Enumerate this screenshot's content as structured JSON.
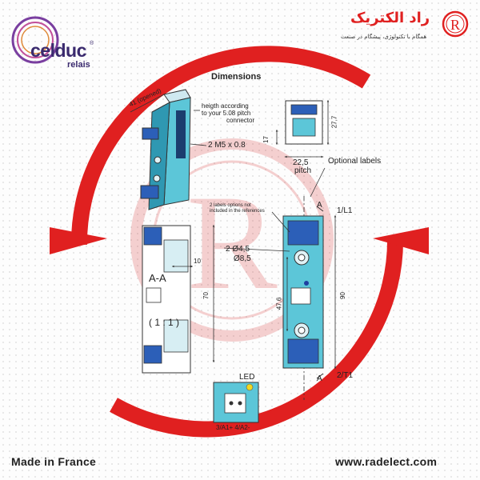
{
  "brand": {
    "name": "celduc",
    "registered": "®",
    "sub": "relais"
  },
  "dealer": {
    "name": "راد الکتریک",
    "tagline": "همگام با تکنولوژی، پیشگام در صنعت",
    "seal_letter": "R"
  },
  "diagram": {
    "title": "Dimensions",
    "labels": {
      "opened": "41 (opened)",
      "height_note_1": "heigth according",
      "height_note_2": "to your 5.08 pitch",
      "height_note_3": "connector",
      "screw": "2 M5 x 0.8",
      "dim_17": "17",
      "dim_27_7": "27,7",
      "pitch_value": "22,5",
      "pitch_word": "pitch",
      "optional_labels": "Optional labels",
      "labels_note_1": "2 labels  options not",
      "labels_note_2": "included  in the references",
      "section_a_top": "A",
      "section_a_bottom": "A",
      "l1": "1/L1",
      "t1": "2/T1",
      "hole_1": "2 Ø4,5",
      "hole_2": "Ø8,5",
      "dim_10": "10",
      "section_name": "A-A",
      "scale": "( 1 : 1 )",
      "dim_70": "70",
      "dim_47_6": "47,6",
      "dim_90": "90",
      "led": "LED",
      "terminals": "3/A1+ 4/A2-"
    }
  },
  "footer": {
    "made_in": "Made in France",
    "website": "www.radelect.com"
  },
  "colors": {
    "arc_red": "#e02020",
    "relay_cyan": "#5cc6d8",
    "relay_blue": "#2c5fb8",
    "brand_purple": "#3a2a6e",
    "led_yellow": "#f2d820"
  }
}
